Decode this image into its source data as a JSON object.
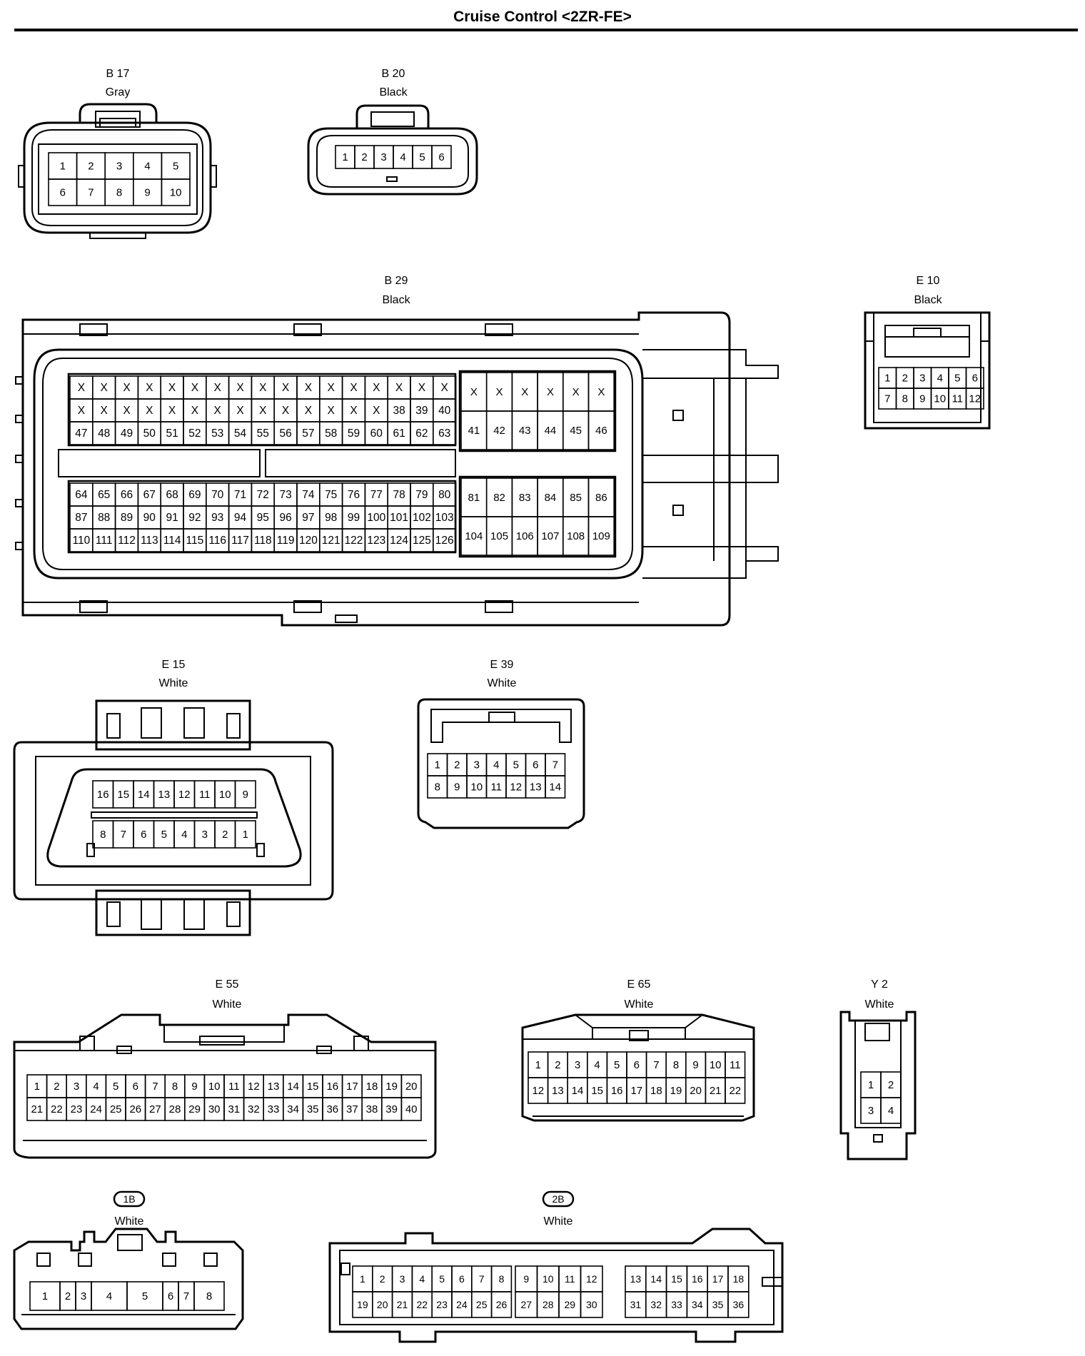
{
  "title": "Cruise Control <2ZR-FE>",
  "connectors": [
    {
      "id": "b17",
      "code": "B 17",
      "color": "Gray",
      "rows": [
        [
          "1",
          "2",
          "3",
          "4",
          "5"
        ],
        [
          "6",
          "7",
          "8",
          "9",
          "10"
        ]
      ]
    },
    {
      "id": "b20",
      "code": "B 20",
      "color": "Black",
      "rows": [
        [
          "1",
          "2",
          "3",
          "4",
          "5",
          "6"
        ]
      ]
    },
    {
      "id": "b29",
      "code": "B 29",
      "color": "Black",
      "blocks": [
        {
          "rows": [
            [
              "X",
              "X",
              "X",
              "X",
              "X",
              "X",
              "X",
              "X",
              "X",
              "X",
              "X",
              "X",
              "X",
              "X",
              "X",
              "X",
              "X"
            ],
            [
              "X",
              "X",
              "X",
              "X",
              "X",
              "X",
              "X",
              "X",
              "X",
              "X",
              "X",
              "X",
              "X",
              "X",
              "38",
              "39",
              "40"
            ],
            [
              "47",
              "48",
              "49",
              "50",
              "51",
              "52",
              "53",
              "54",
              "55",
              "56",
              "57",
              "58",
              "59",
              "60",
              "61",
              "62",
              "63"
            ]
          ]
        },
        {
          "rows": [
            [
              "X",
              "X",
              "X",
              "X",
              "X",
              "X"
            ],
            [
              "41",
              "42",
              "43",
              "44",
              "45",
              "46"
            ]
          ]
        },
        {
          "rows": [
            [
              "64",
              "65",
              "66",
              "67",
              "68",
              "69",
              "70",
              "71",
              "72",
              "73",
              "74",
              "75",
              "76",
              "77",
              "78",
              "79",
              "80"
            ],
            [
              "87",
              "88",
              "89",
              "90",
              "91",
              "92",
              "93",
              "94",
              "95",
              "96",
              "97",
              "98",
              "99",
              "100",
              "101",
              "102",
              "103"
            ],
            [
              "110",
              "111",
              "112",
              "113",
              "114",
              "115",
              "116",
              "117",
              "118",
              "119",
              "120",
              "121",
              "122",
              "123",
              "124",
              "125",
              "126"
            ]
          ]
        },
        {
          "rows": [
            [
              "81",
              "82",
              "83",
              "84",
              "85",
              "86"
            ],
            [
              "104",
              "105",
              "106",
              "107",
              "108",
              "109"
            ]
          ]
        }
      ]
    },
    {
      "id": "e10",
      "code": "E 10",
      "color": "Black",
      "rows": [
        [
          "1",
          "2",
          "3",
          "4",
          "5",
          "6"
        ],
        [
          "7",
          "8",
          "9",
          "10",
          "11",
          "12"
        ]
      ]
    },
    {
      "id": "e15",
      "code": "E 15",
      "color": "White",
      "rows": [
        [
          "16",
          "15",
          "14",
          "13",
          "12",
          "11",
          "10",
          "9"
        ],
        [
          "8",
          "7",
          "6",
          "5",
          "4",
          "3",
          "2",
          "1"
        ]
      ]
    },
    {
      "id": "e39",
      "code": "E 39",
      "color": "White",
      "rows": [
        [
          "1",
          "2",
          "3",
          "4",
          "5",
          "6",
          "7"
        ],
        [
          "8",
          "9",
          "10",
          "11",
          "12",
          "13",
          "14"
        ]
      ]
    },
    {
      "id": "e55",
      "code": "E 55",
      "color": "White",
      "rows": [
        [
          "1",
          "2",
          "3",
          "4",
          "5",
          "6",
          "7",
          "8",
          "9",
          "10",
          "11",
          "12",
          "13",
          "14",
          "15",
          "16",
          "17",
          "18",
          "19",
          "20"
        ],
        [
          "21",
          "22",
          "23",
          "24",
          "25",
          "26",
          "27",
          "28",
          "29",
          "30",
          "31",
          "32",
          "33",
          "34",
          "35",
          "36",
          "37",
          "38",
          "39",
          "40"
        ]
      ]
    },
    {
      "id": "e65",
      "code": "E 65",
      "color": "White",
      "rows": [
        [
          "1",
          "2",
          "3",
          "4",
          "5",
          "6",
          "7",
          "8",
          "9",
          "10",
          "11"
        ],
        [
          "12",
          "13",
          "14",
          "15",
          "16",
          "17",
          "18",
          "19",
          "20",
          "21",
          "22"
        ]
      ]
    },
    {
      "id": "y2",
      "code": "Y 2",
      "color": "White",
      "rows": [
        [
          "1",
          "2"
        ],
        [
          "3",
          "4"
        ]
      ]
    },
    {
      "id": "c1b",
      "code": "1B",
      "color": "White",
      "pins": [
        "1",
        "2",
        "3",
        "4",
        "5",
        "6",
        "7",
        "8"
      ]
    },
    {
      "id": "c2b",
      "code": "2B",
      "color": "White",
      "blocks": [
        {
          "rows": [
            [
              "1",
              "2",
              "3",
              "4",
              "5",
              "6",
              "7",
              "8"
            ],
            [
              "19",
              "20",
              "21",
              "22",
              "23",
              "24",
              "25",
              "26"
            ]
          ]
        },
        {
          "rows": [
            [
              "9",
              "10",
              "11",
              "12"
            ],
            [
              "27",
              "28",
              "29",
              "30"
            ]
          ]
        },
        {
          "rows": [
            [
              "13",
              "14",
              "15",
              "16",
              "17",
              "18"
            ],
            [
              "31",
              "32",
              "33",
              "34",
              "35",
              "36"
            ]
          ]
        }
      ]
    }
  ]
}
